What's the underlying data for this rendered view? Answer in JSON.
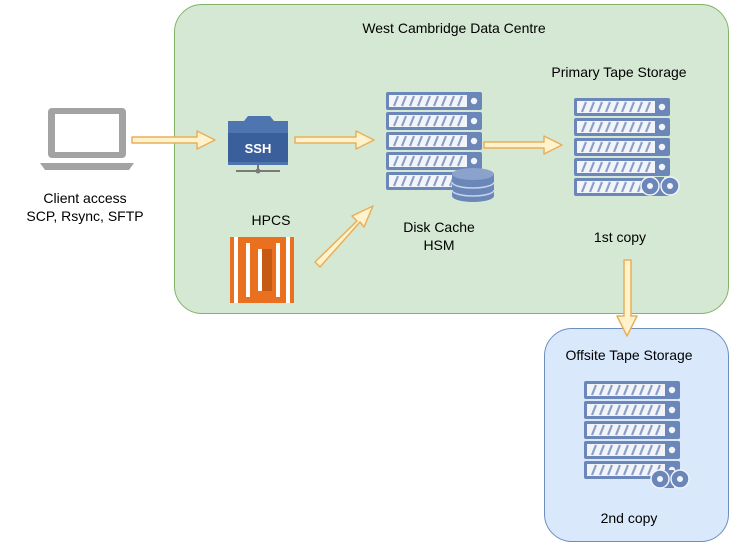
{
  "zones": {
    "datacentre_title": "West Cambridge Data Centre",
    "offsite_title": "Offsite Tape Storage"
  },
  "nodes": {
    "client_line1": "Client access",
    "client_line2": "SCP, Rsync, SFTP",
    "ssh_text": "SSH",
    "hpcs": "HPCS",
    "disk_line1": "Disk Cache",
    "disk_line2": "HSM",
    "primary_title": "Primary Tape Storage",
    "first_copy": "1st copy",
    "second_copy": "2nd copy"
  },
  "colors": {
    "datacentre_fill": "#d5e8d4",
    "offsite_fill": "#dae8fc",
    "arrow_fill": "#fff2cc",
    "arrow_stroke": "#e6b05a",
    "server_blue": "#6b86b8",
    "hpcs_orange": "#e8701f"
  }
}
